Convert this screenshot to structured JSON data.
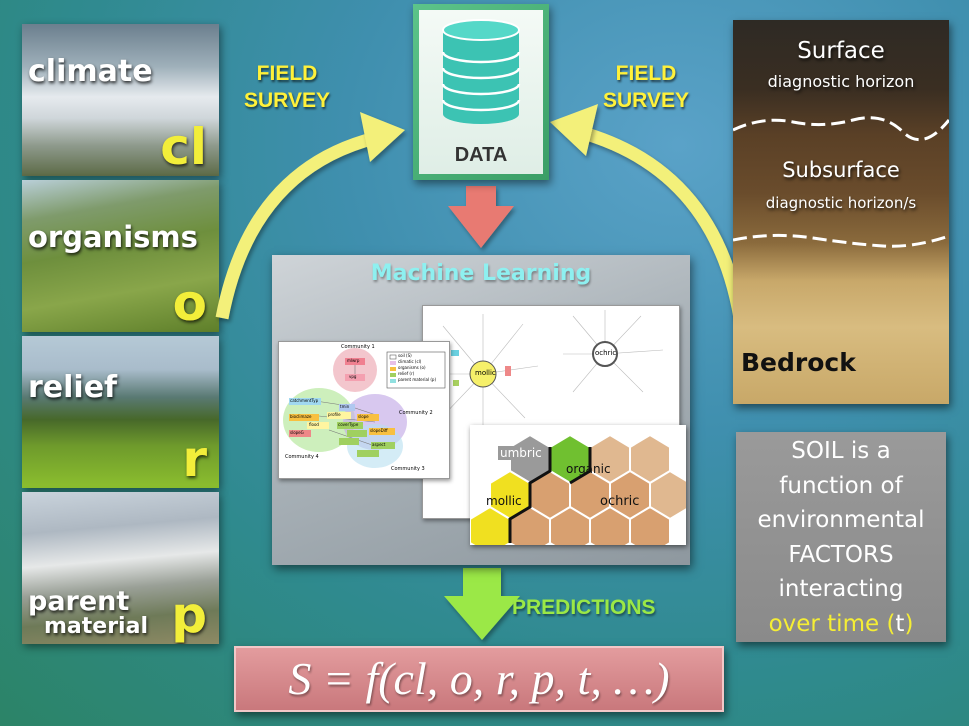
{
  "factors": [
    {
      "label": "climate",
      "letter": "cl"
    },
    {
      "label": "organisms",
      "letter": "o"
    },
    {
      "label": "relief",
      "letter": "r"
    },
    {
      "label_line1": "parent",
      "label_line2": "material",
      "letter": "p"
    }
  ],
  "field_survey_left": [
    "FIELD",
    "SURVEY"
  ],
  "field_survey_right": [
    "FIELD",
    "SURVEY"
  ],
  "data_label": "DATA",
  "ml_title": "Machine Learning",
  "community_graph": {
    "labels": [
      "Community 1",
      "Community 2",
      "Community 3",
      "Community 4"
    ],
    "legend": [
      "soil (S)",
      "climatic (cl)",
      "organisms (o)",
      "relief (r)",
      "parent material (p)"
    ],
    "nodes": [
      "mlwrp",
      "vpg",
      "catchmentTyp",
      "tmin",
      "bioclimaze",
      "profile",
      "slope",
      "flood",
      "slopeG",
      "coverType",
      "slopeDiff",
      "aspect"
    ]
  },
  "radial_labels": [
    "mollic",
    "ochric"
  ],
  "hex_labels": [
    "umbric",
    "organic",
    "mollic",
    "ochric"
  ],
  "predictions_label": "PREDICTIONS",
  "formula": "S = f(cl, o, r, p, t, …)",
  "soil_profile": {
    "surface_1": "Surface",
    "surface_2": "diagnostic horizon",
    "subsurface_1": "Subsurface",
    "subsurface_2": "diagnostic horizon/s",
    "bedrock": "Bedrock"
  },
  "soil_function": {
    "line1": "SOIL is a",
    "line2": "function of",
    "line3": "environmental",
    "line4": "FACTORS",
    "line5": "interacting",
    "line6_prefix": "over time (",
    "line6_t": "t",
    "line6_suffix": ")"
  },
  "colors": {
    "arrow_yellow": "#f3f07a",
    "arrow_red": "#e87a72",
    "arrow_green": "#9be846",
    "highlight_yellow": "#f5ee34"
  }
}
